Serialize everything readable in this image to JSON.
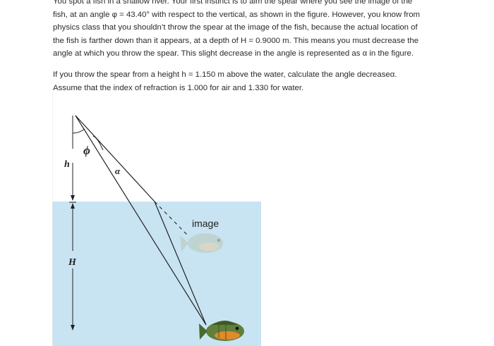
{
  "problem": {
    "paragraph1_lines": [
      "You spot a fish in a shallow river. Your first instinct is to aim the spear where you see the image of the",
      "fish, at an angle φ = 43.40° with respect to the vertical, as shown in the figure. However, you know from",
      "physics class that you shouldn’t throw the spear at the image of the fish, because the actual location of",
      "the fish is farther down than it appears, at a depth of H = 0.9000 m. This means you must decrease the",
      "angle at which you throw the spear. This slight decrease in the angle is represented as α in the figure."
    ],
    "paragraph2_lines": [
      "If you throw the spear from a height h = 1.150 m above the water, calculate the angle decreaseα.",
      "Assume that the index of refraction is 1.000 for air and 1.330 for water."
    ]
  },
  "figure": {
    "labels": {
      "phi": "ϕ",
      "alpha": "α",
      "h": "h",
      "H": "H",
      "image": "image"
    },
    "colors": {
      "water": "#c8e4f3",
      "line": "#222222",
      "fish_body": "#5f7f3a",
      "fish_belly": "#e08a2c",
      "fish_image": "#b8c8b4"
    }
  }
}
